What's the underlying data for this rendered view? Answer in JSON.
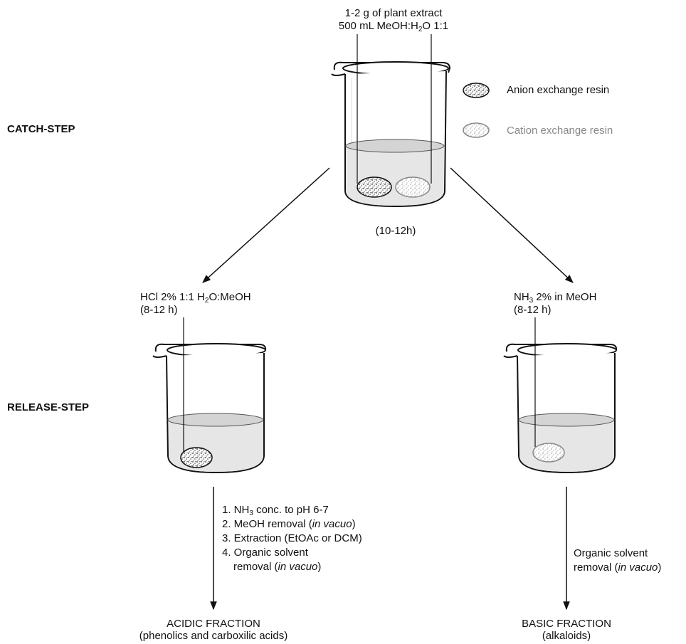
{
  "steps": {
    "catch": "CATCH-STEP",
    "release": "RELEASE-STEP"
  },
  "top_beaker": {
    "line1": "1-2 g of plant extract",
    "line2_pre": "500 mL MeOH:H",
    "line2_sub": "2",
    "line2_post": "O 1:1",
    "time": "(10-12h)"
  },
  "legend": {
    "anion": "Anion exchange resin",
    "cation": "Cation exchange resin"
  },
  "left_beaker": {
    "reagent_pre": "HCl 2% 1:1 H",
    "reagent_sub": "2",
    "reagent_post": "O:MeOH",
    "time": "(8-12 h)"
  },
  "right_beaker": {
    "reagent_pre": "NH",
    "reagent_sub": "3",
    "reagent_post": " 2% in MeOH",
    "time": "(8-12 h)"
  },
  "left_workup": {
    "s1_pre": "1. NH",
    "s1_sub": "3",
    "s1_post": " conc. to pH 6-7",
    "s2_pre": "2. MeOH removal (",
    "s2_em": "in vacuo",
    "s2_post": ")",
    "s3": "3. Extraction (EtOAc or DCM)",
    "s4a": "4. Organic solvent",
    "s4b_pre": "removal (",
    "s4b_em": "in vacuo",
    "s4b_post": ")"
  },
  "right_workup": {
    "l1": "Organic solvent",
    "l2_pre": "removal (",
    "l2_em": "in vacuo",
    "l2_post": ")"
  },
  "acidic": {
    "title": "ACIDIC FRACTION",
    "sub": "(phenolics and carboxilic acids)"
  },
  "basic": {
    "title": "BASIC FRACTION",
    "sub": "(alkaloids)"
  }
}
